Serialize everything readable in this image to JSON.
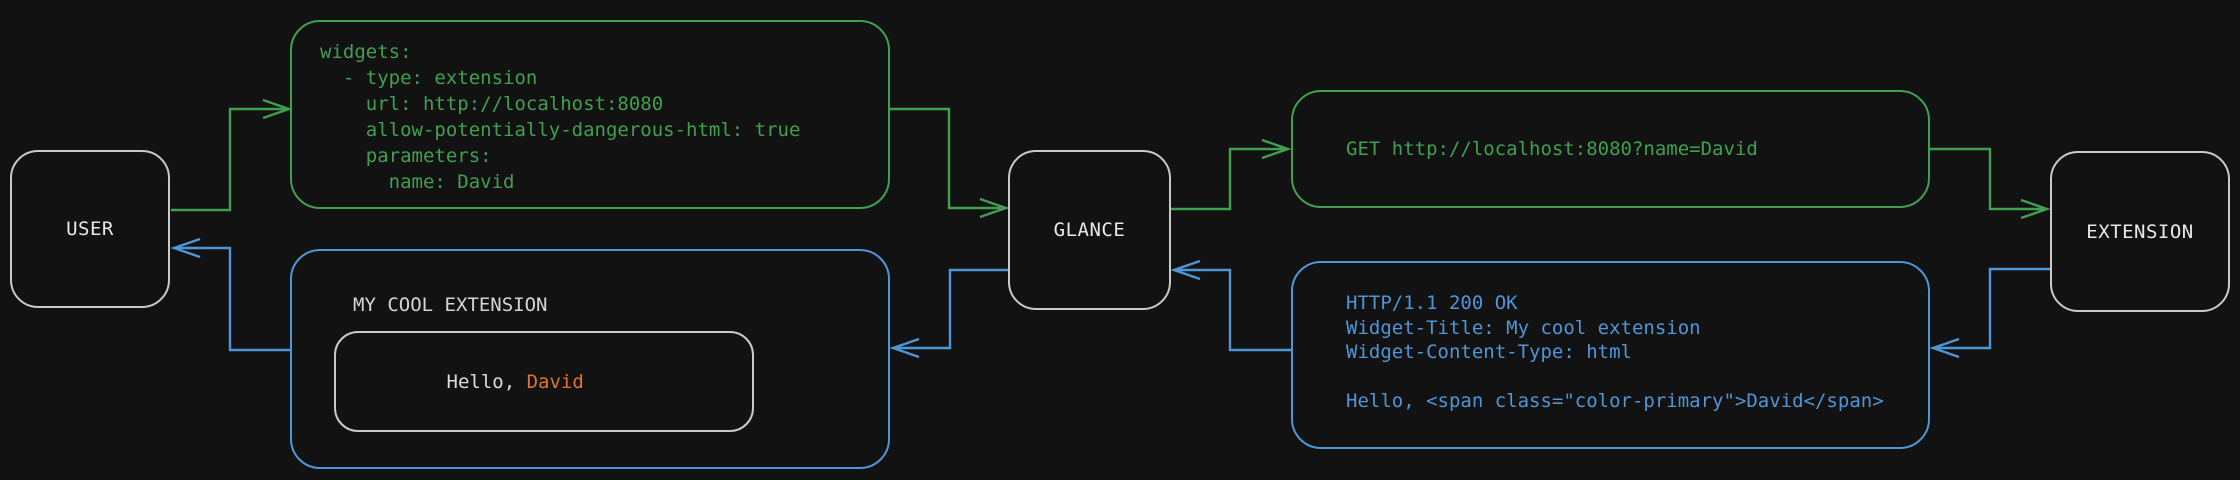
{
  "colors": {
    "background": "#121212",
    "request_green": "#3FA050",
    "response_blue": "#4E96D8",
    "accent_orange": "#E0742E",
    "neutral_border": "#C9C9C9"
  },
  "nodes": {
    "user": {
      "label": "USER"
    },
    "glance": {
      "label": "GLANCE"
    },
    "extension": {
      "label": "EXTENSION"
    }
  },
  "config_box": {
    "lines": [
      "widgets:",
      "  - type: extension",
      "    url: http://localhost:8080",
      "    allow-potentially-dangerous-html: true",
      "    parameters:",
      "      name: David"
    ]
  },
  "request_box": {
    "text": "GET http://localhost:8080?name=David"
  },
  "response_box": {
    "lines": [
      "HTTP/1.1 200 OK",
      "Widget-Title: My cool extension",
      "Widget-Content-Type: html",
      "",
      "Hello, <span class=\"color-primary\">David</span>"
    ]
  },
  "widget_box": {
    "title": "MY COOL EXTENSION",
    "greeting_prefix": "Hello, ",
    "greeting_name": "David"
  }
}
